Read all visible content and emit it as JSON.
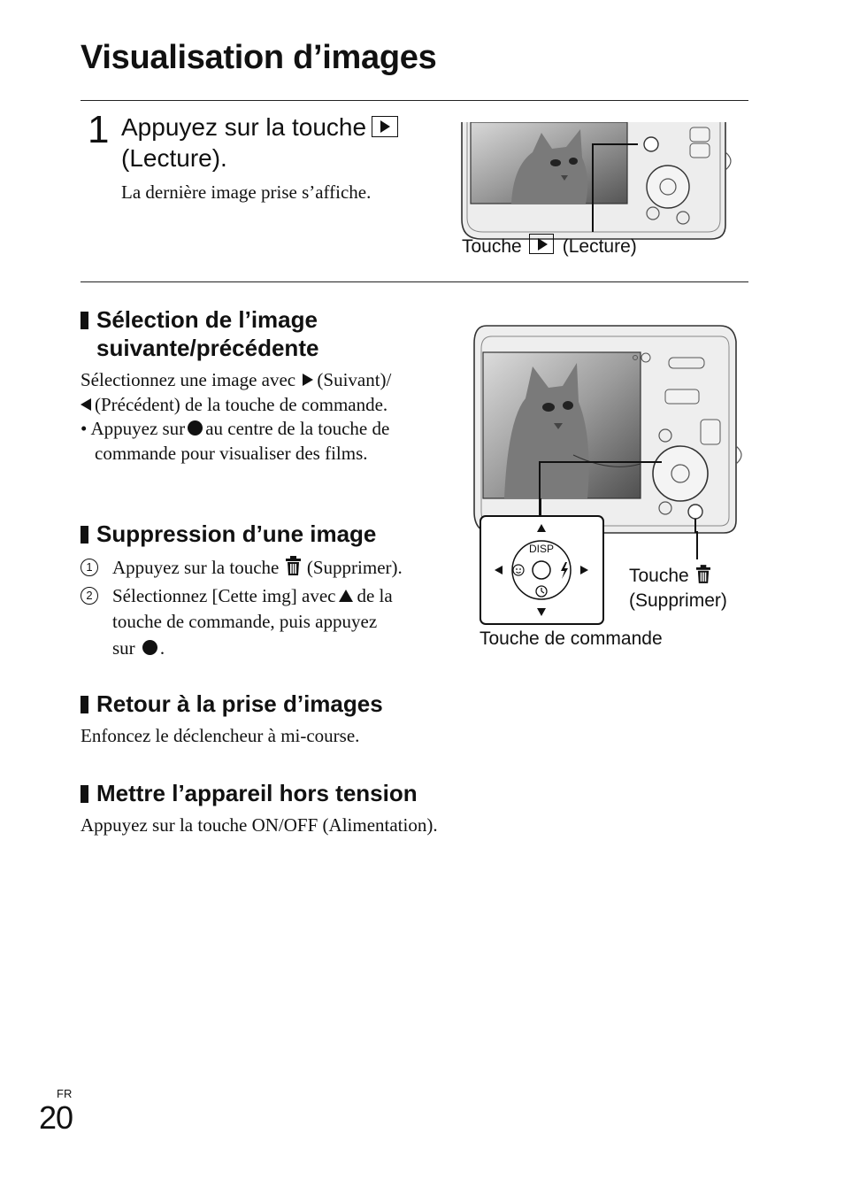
{
  "title": "Visualisation d’images",
  "step1": {
    "number": "1",
    "text_before": "Appuyez sur la touche",
    "text_after": "(Lecture).",
    "sub": "La dernière image prise s’affiche."
  },
  "figure1": {
    "callout_before": "Touche",
    "callout_after": "(Lecture)"
  },
  "section_next": {
    "heading_line1": "Sélection de l’image",
    "heading_line2": "suivante/précédente",
    "line1_before": "Sélectionnez une image avec",
    "line1_after": "(Suivant)/",
    "line2_after": "(Précédent) de la touche de commande.",
    "bullet_mark": "•",
    "bullet_before": "Appuyez sur",
    "bullet_after": "au centre de la touche de",
    "bullet_line2": "commande pour visualiser des films."
  },
  "section_delete": {
    "heading": "Suppression d’une image",
    "step1_num": "1",
    "step1_before": "Appuyez sur la touche",
    "step1_after": "(Supprimer).",
    "step2_num": "2",
    "step2_before": "Sélectionnez [Cette img] avec",
    "step2_after": "de la",
    "step2_line2": "touche de commande, puis appuyez",
    "step2_line3_before": "sur",
    "step2_line3_after": "."
  },
  "figure2": {
    "control_disp": "DISP",
    "delete_callout_line1": "Touche",
    "delete_callout_line2": "(Supprimer)",
    "control_caption": "Touche de commande"
  },
  "section_return": {
    "heading": "Retour à la prise d’images",
    "body": "Enfoncez le déclencheur à mi-course."
  },
  "section_off": {
    "heading": "Mettre l’appareil hors tension",
    "body": "Appuyez sur la touche ON/OFF (Alimentation)."
  },
  "footer": {
    "lang": "FR",
    "page": "20"
  }
}
